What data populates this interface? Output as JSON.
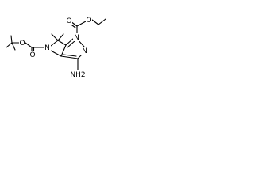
{
  "molecule": {
    "atoms": {
      "carbonyl_o_left": "O",
      "ester_o_left": "O",
      "ring_n": "N",
      "carbonyl_o_right": "O",
      "ester_o_right": "O",
      "pyrazole_n1": "N",
      "pyrazole_n2": "N",
      "amine": "NH2"
    }
  }
}
